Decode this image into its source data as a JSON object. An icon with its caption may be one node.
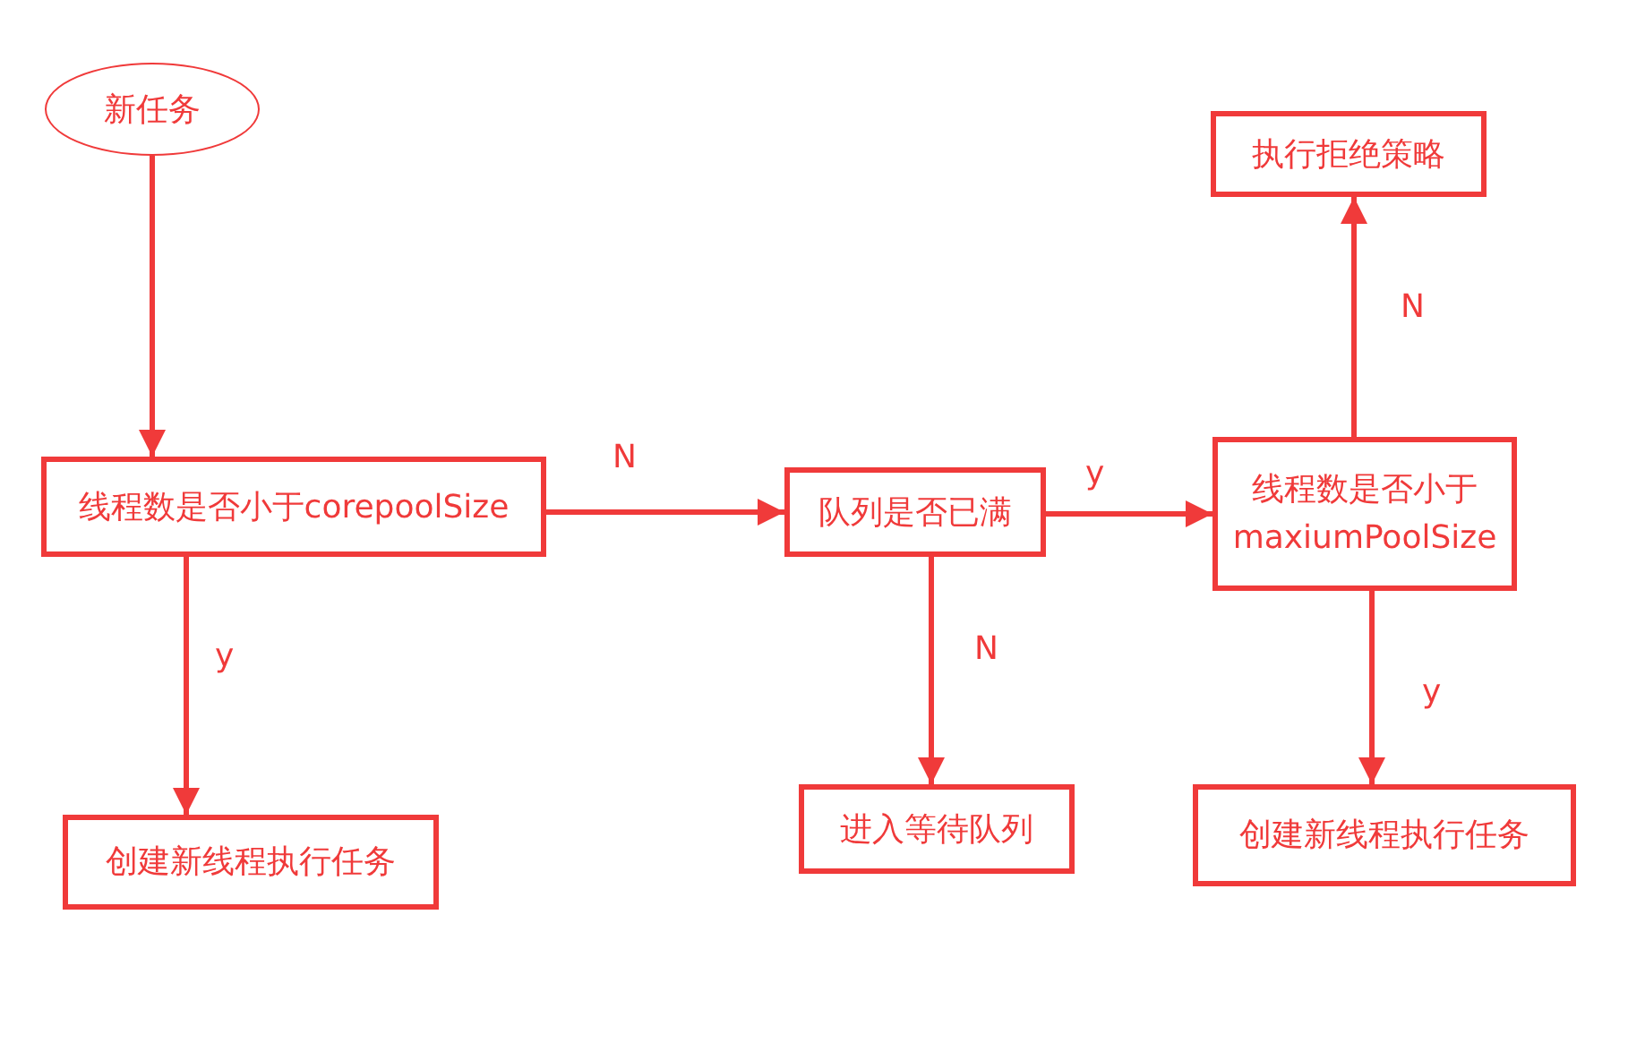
{
  "diagram": {
    "nodes": [
      {
        "text": [
          "新任务"
        ]
      },
      {
        "text": [
          "线程数是否小于corepoolSize"
        ]
      },
      {
        "text": [
          "队列是否已满"
        ]
      },
      {
        "text": [
          "线程数是否小于 maxiumPoolSize"
        ]
      },
      {
        "text": [
          "执行拒绝策略"
        ]
      },
      {
        "text": [
          "创建新线程执行任务"
        ]
      },
      {
        "text": [
          "进入等待队列"
        ]
      },
      {
        "text": [
          "创建新线程执行任务"
        ]
      }
    ],
    "edges": [
      {
        "from": 0,
        "to": 1,
        "arrow": "to"
      },
      {
        "from": 1,
        "to": 2,
        "arrow": "to",
        "label": "N"
      },
      {
        "from": 1,
        "to": 5,
        "arrow": "to",
        "label": "y"
      },
      {
        "from": 2,
        "to": 3,
        "arrow": "to",
        "label": "y"
      },
      {
        "from": 2,
        "to": 6,
        "arrow": "to",
        "label": "N"
      },
      {
        "from": 3,
        "to": 4,
        "arrow": "to",
        "label": "N"
      },
      {
        "from": 3,
        "to": 7,
        "arrow": "to",
        "label": "y"
      }
    ]
  }
}
